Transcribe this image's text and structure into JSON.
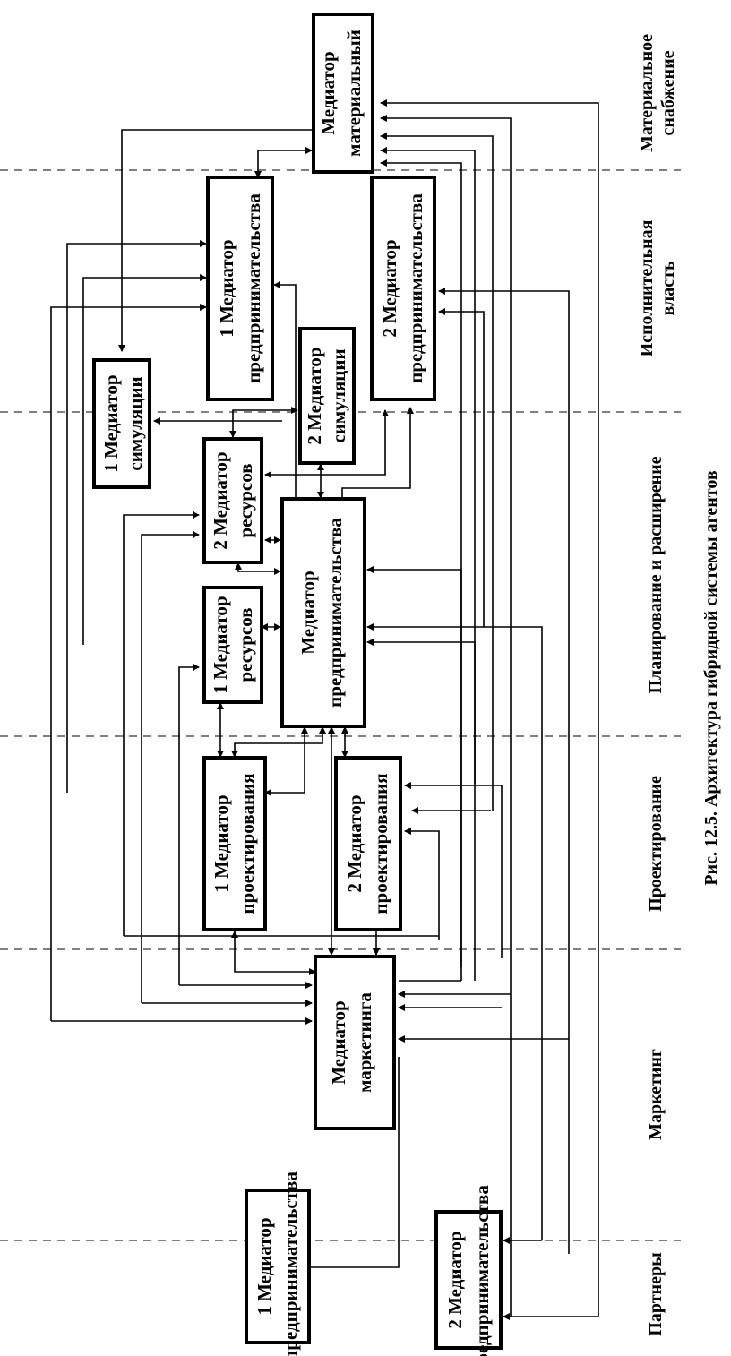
{
  "sections": {
    "supply": [
      "Материальное",
      "снабжение"
    ],
    "executive": [
      "Исполнительная",
      "власть"
    ],
    "planning": "Планирование и расширение",
    "design": "Проектирование",
    "marketing": "Маркетинг",
    "partners": "Партнеры"
  },
  "boxes": {
    "material": [
      "Медиатор",
      "материальный"
    ],
    "exec_ent1": [
      "1 Медиатор",
      "предпринимательства"
    ],
    "exec_ent2": [
      "2 Медиатор",
      "предпринимательства"
    ],
    "sim1": [
      "1 Медиатор",
      "симуляции"
    ],
    "sim2": [
      "2 Медиатор",
      "симуляции"
    ],
    "res2": [
      "2 Медиатор",
      "ресурсов"
    ],
    "res1": [
      "1 Медиатор",
      "ресурсов"
    ],
    "plan_ent": [
      "Медиатор",
      "предпринимательства"
    ],
    "design1": [
      "1 Медиатор",
      "проектирования"
    ],
    "design2": [
      "2 Медиатор",
      "проектирования"
    ],
    "marketing": [
      "Медиатор",
      "маркетинга"
    ],
    "partner1": [
      "1 Медиатор",
      "предпринимательства"
    ],
    "partner2": [
      "2 Медиатор",
      "предпринимательства"
    ]
  },
  "caption": "Рис. 12.5.  Архитектура гибридной системы агентов"
}
